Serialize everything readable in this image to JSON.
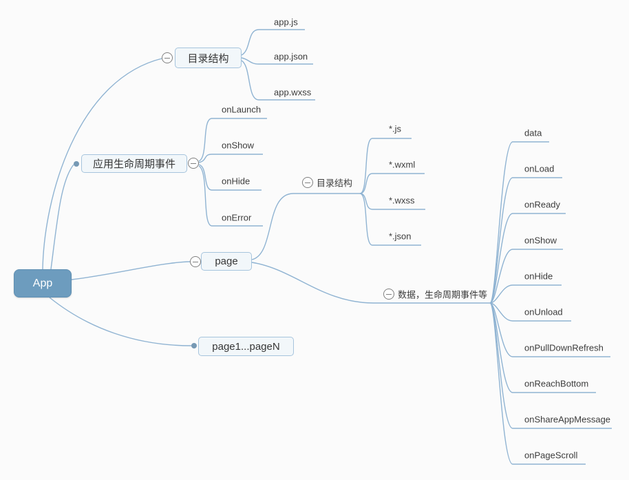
{
  "root": {
    "label": "App"
  },
  "nodes": {
    "dir1": {
      "label": "目录结构"
    },
    "lifecycle": {
      "label": "应用生命周期事件"
    },
    "page": {
      "label": "page"
    },
    "pages": {
      "label": "page1...pageN"
    },
    "dir2": {
      "label": "目录结构"
    },
    "data_node": {
      "label": "数据，生命周期事件等"
    }
  },
  "leaves": {
    "dir1_children": [
      "app.js",
      "app.json",
      "app.wxss"
    ],
    "lifecycle_children": [
      "onLaunch",
      "onShow",
      "onHide",
      "onError"
    ],
    "dir2_children": [
      "*.js",
      "*.wxml",
      "*.wxss",
      "*.json"
    ],
    "data_children": [
      "data",
      "onLoad",
      "onReady",
      "onShow",
      "onHide",
      "onUnload",
      "onPullDownRefresh",
      "onReachBottom",
      "onShareAppMessage",
      "onPageScroll"
    ]
  },
  "icons": {
    "collapse": "minus-circle",
    "connector": "dot"
  },
  "colors": {
    "background": "#fbfbfb",
    "edge": "#8fb3d2",
    "root_fill": "#6d9cbe",
    "node_border": "#a6c4dd",
    "node_fill": "#f2f7fa",
    "text": "#3c3c3c"
  }
}
